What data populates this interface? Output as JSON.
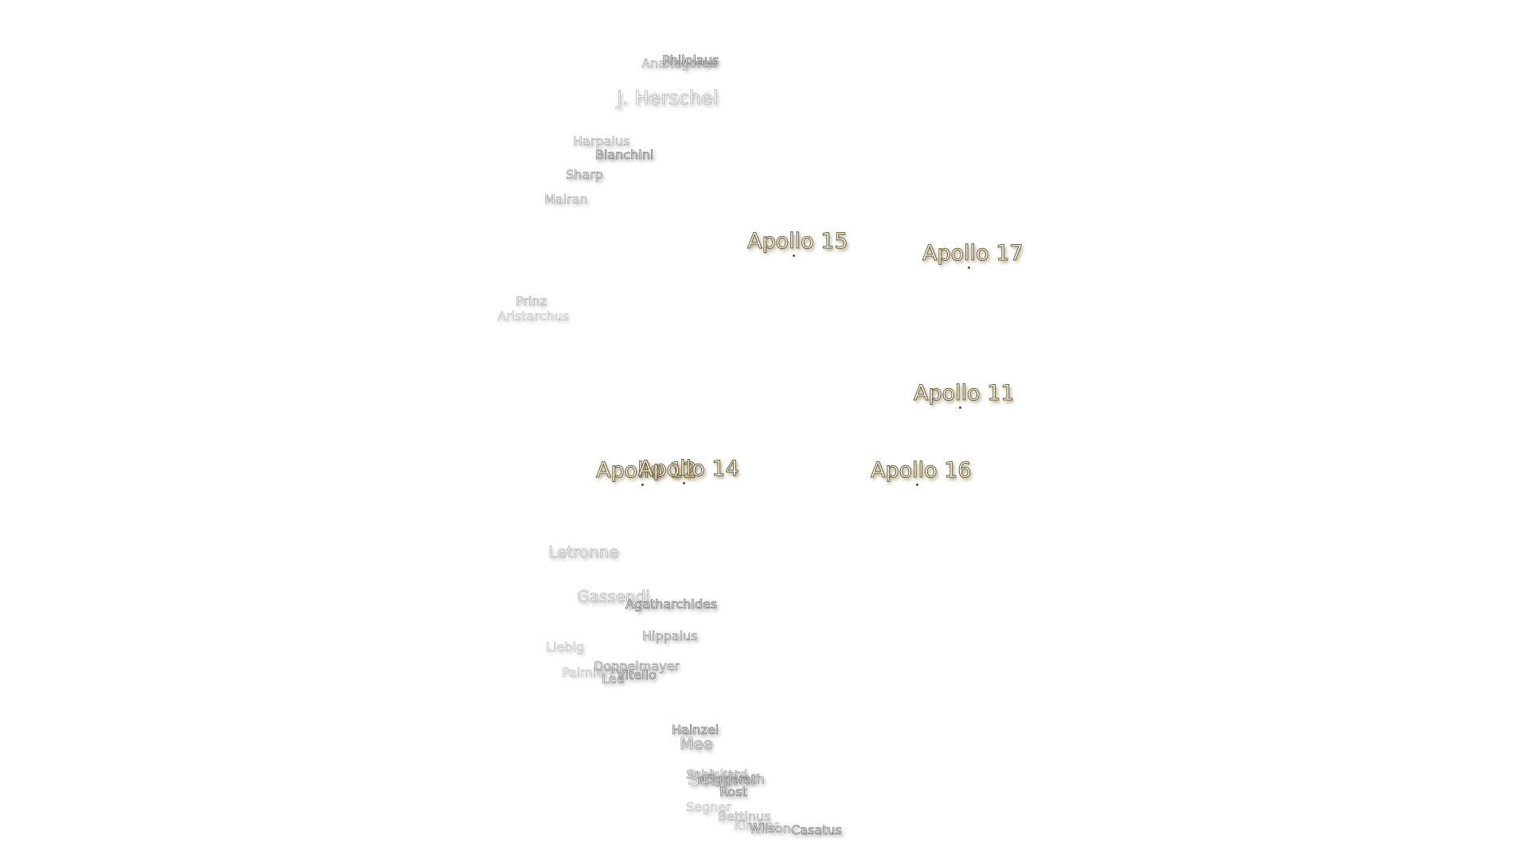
{
  "map_labels": {
    "craters": [
      {
        "id": "anaxagoras",
        "name": "Anaxagoras"
      },
      {
        "id": "philolaus",
        "name": "Philolaus"
      },
      {
        "id": "j-herschel",
        "name": "J. Herschel"
      },
      {
        "id": "harpalus",
        "name": "Harpalus"
      },
      {
        "id": "bianchini",
        "name": "Bianchini"
      },
      {
        "id": "sharp",
        "name": "Sharp"
      },
      {
        "id": "mairan",
        "name": "Mairan"
      },
      {
        "id": "prinz",
        "name": "Prinz"
      },
      {
        "id": "aristarchus",
        "name": "Aristarchus"
      },
      {
        "id": "letronne",
        "name": "Letronne"
      },
      {
        "id": "gassendi",
        "name": "Gassendi"
      },
      {
        "id": "agatharchides",
        "name": "Agatharchides"
      },
      {
        "id": "hippalus",
        "name": "Hippalus"
      },
      {
        "id": "liebig",
        "name": "Liebig"
      },
      {
        "id": "doppelmayer",
        "name": "Doppelmayer"
      },
      {
        "id": "vitello",
        "name": "Vitello"
      },
      {
        "id": "palmieri",
        "name": "Palmieri"
      },
      {
        "id": "lee",
        "name": "Lee"
      },
      {
        "id": "hainzel",
        "name": "Hainzel"
      },
      {
        "id": "mee",
        "name": "Mee"
      },
      {
        "id": "schiller",
        "name": "Schiller"
      },
      {
        "id": "schickard",
        "name": "Schickard"
      },
      {
        "id": "noggerath",
        "name": "Nöggerath"
      },
      {
        "id": "rost",
        "name": "Rost"
      },
      {
        "id": "segner",
        "name": "Segner"
      },
      {
        "id": "bettinus",
        "name": "Bettinus"
      },
      {
        "id": "kircher",
        "name": "Kircher"
      },
      {
        "id": "wilson",
        "name": "Wilson"
      },
      {
        "id": "casatus",
        "name": "Casatus"
      }
    ],
    "landing_sites": [
      {
        "id": "apollo-15",
        "name": "Apollo 15"
      },
      {
        "id": "apollo-17",
        "name": "Apollo 17"
      },
      {
        "id": "apollo-11",
        "name": "Apollo 11"
      },
      {
        "id": "apollo-12",
        "name": "Apollo 12"
      },
      {
        "id": "apollo-14",
        "name": "Apollo 14"
      },
      {
        "id": "apollo-16",
        "name": "Apollo 16"
      }
    ]
  }
}
